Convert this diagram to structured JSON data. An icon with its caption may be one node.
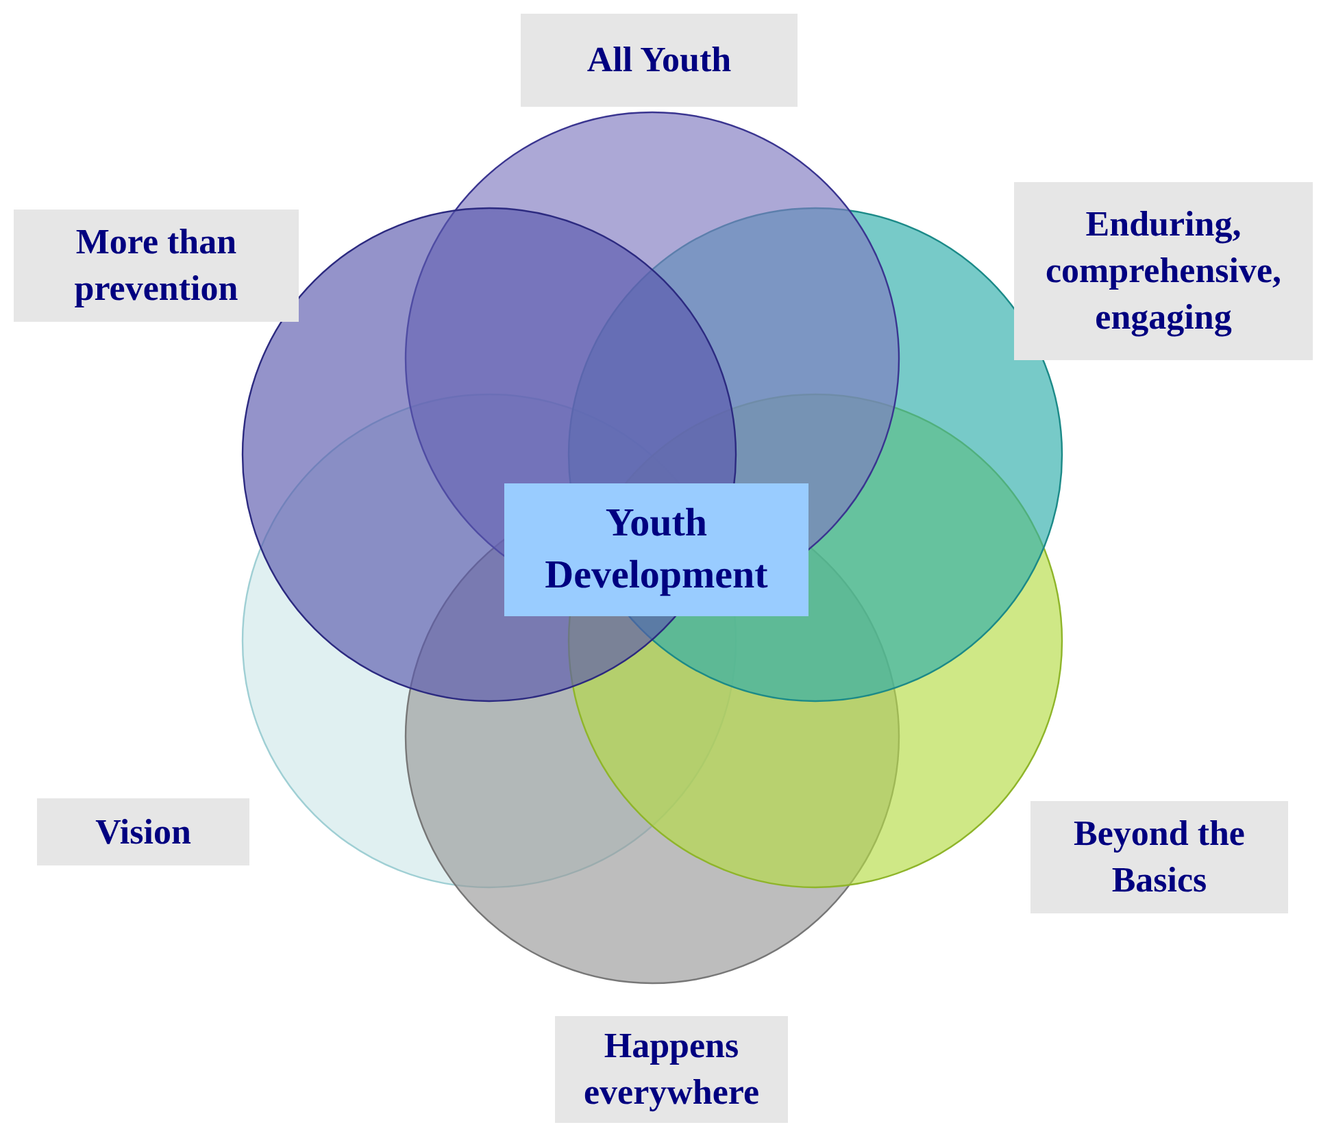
{
  "diagram": {
    "nodes": [
      {
        "text": [
          "All Youth"
        ]
      },
      {
        "text": [
          "More than prevention"
        ]
      },
      {
        "text": [
          "Enduring, comprehensive, engaging"
        ]
      },
      {
        "text": [
          "Youth Development"
        ]
      },
      {
        "text": [
          "Vision"
        ]
      },
      {
        "text": [
          "Beyond the Basics"
        ]
      },
      {
        "text": [
          "Happens everywhere"
        ]
      }
    ]
  }
}
